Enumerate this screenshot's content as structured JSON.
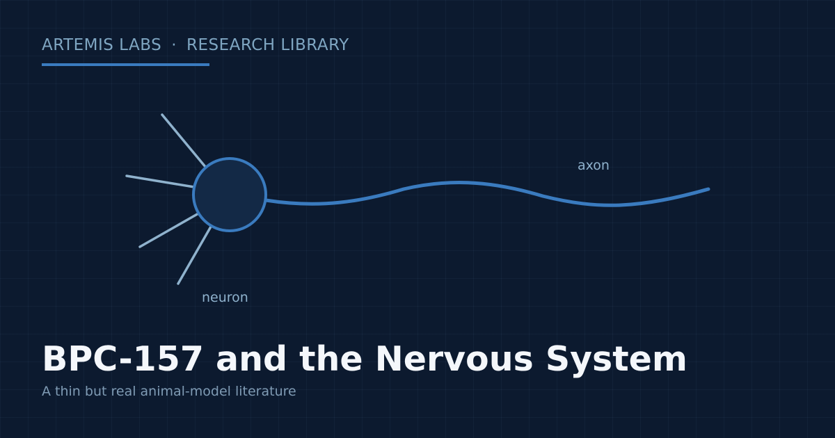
{
  "header": {
    "brand": "ARTEMIS LABS",
    "separator": "·",
    "section": "RESEARCH LIBRARY"
  },
  "illustration": {
    "neuron_label": "neuron",
    "axon_label": "axon"
  },
  "main": {
    "title": "BPC-157 and the Nervous System",
    "subtitle": "A thin but real animal-model literature"
  },
  "colors": {
    "background": "#0c1a2f",
    "accent": "#3a7bbf",
    "dendrite": "#8fb2cd",
    "soma_fill": "#132946"
  }
}
